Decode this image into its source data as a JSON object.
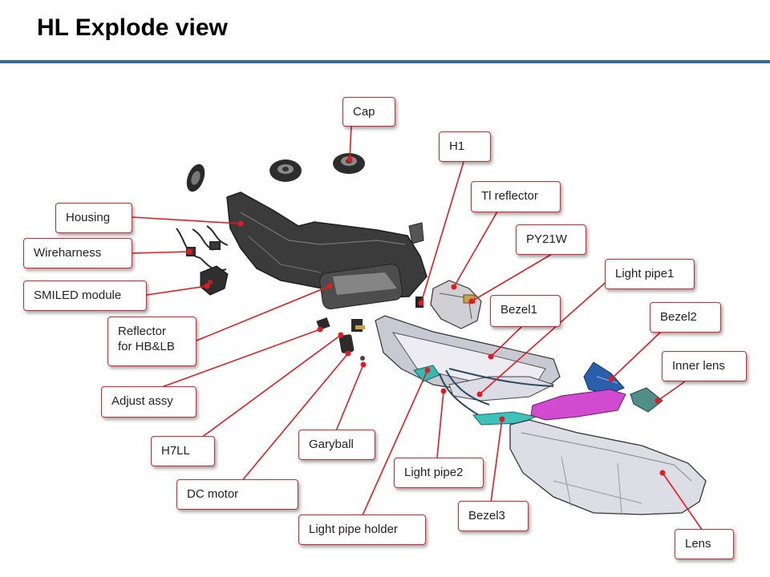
{
  "title": "HL Explode view",
  "colors": {
    "accent_rule": "#2e6e95",
    "leader": "#e01b22",
    "callout_border": "#d9272e"
  },
  "labels": {
    "cap": "Cap",
    "h1": "H1",
    "tl_reflector": "Tl reflector",
    "py21w": "PY21W",
    "light_pipe1": "Light pipe1",
    "bezel1": "Bezel1",
    "bezel2": "Bezel2",
    "inner_lens": "Inner  lens",
    "housing": "Housing",
    "wireharness": "Wireharness",
    "smiled_module": "SMILED module",
    "reflector_hb_lb": "Reflector\nfor HB&LB",
    "adjust_assy": "Adjust assy",
    "h7ll": "H7LL",
    "garyball": "Garyball",
    "light_pipe2": "Light pipe2",
    "dc_motor": "DC motor",
    "bezel3": "Bezel3",
    "light_pipe_holder": "Light pipe holder",
    "lens": "Lens"
  }
}
